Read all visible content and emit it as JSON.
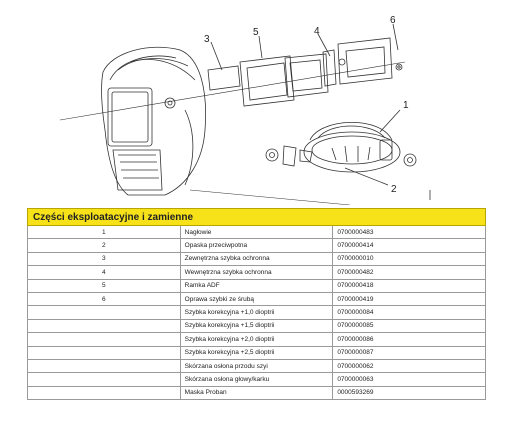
{
  "diagram": {
    "callouts": [
      "1",
      "2",
      "3",
      "4",
      "5",
      "6"
    ]
  },
  "parts": {
    "title": "Części eksploatacyjne i zamienne",
    "rows": [
      {
        "num": "1",
        "name": "Nagłowie",
        "code": "0700000483"
      },
      {
        "num": "2",
        "name": "Opaska przeciwpotna",
        "code": "0700000414"
      },
      {
        "num": "3",
        "name": "Zewnętrzna szybka ochronna",
        "code": "0700000010"
      },
      {
        "num": "4",
        "name": "Wewnętrzna szybka ochronna",
        "code": "0700000482"
      },
      {
        "num": "5",
        "name": "Ramka ADF",
        "code": "0700000418"
      },
      {
        "num": "6",
        "name": "Oprawa szybki ze śrubą",
        "code": "0700000419"
      },
      {
        "num": "",
        "name": "Szybka korekcyjna +1,0 dioptrii",
        "code": "0700000084"
      },
      {
        "num": "",
        "name": "Szybka korekcyjna +1,5 dioptrii",
        "code": "0700000085"
      },
      {
        "num": "",
        "name": "Szybka korekcyjna +2,0 dioptrii",
        "code": "0700000086"
      },
      {
        "num": "",
        "name": "Szybka korekcyjna +2,5 dioptrii",
        "code": "0700000087"
      },
      {
        "num": "",
        "name": "Skórzana osłona przodu szyi",
        "code": "0700000062"
      },
      {
        "num": "",
        "name": "Skórzana osłona głowy/karku",
        "code": "0700000063"
      },
      {
        "num": "",
        "name": "Maska Proban",
        "code": "0000593269"
      }
    ]
  }
}
